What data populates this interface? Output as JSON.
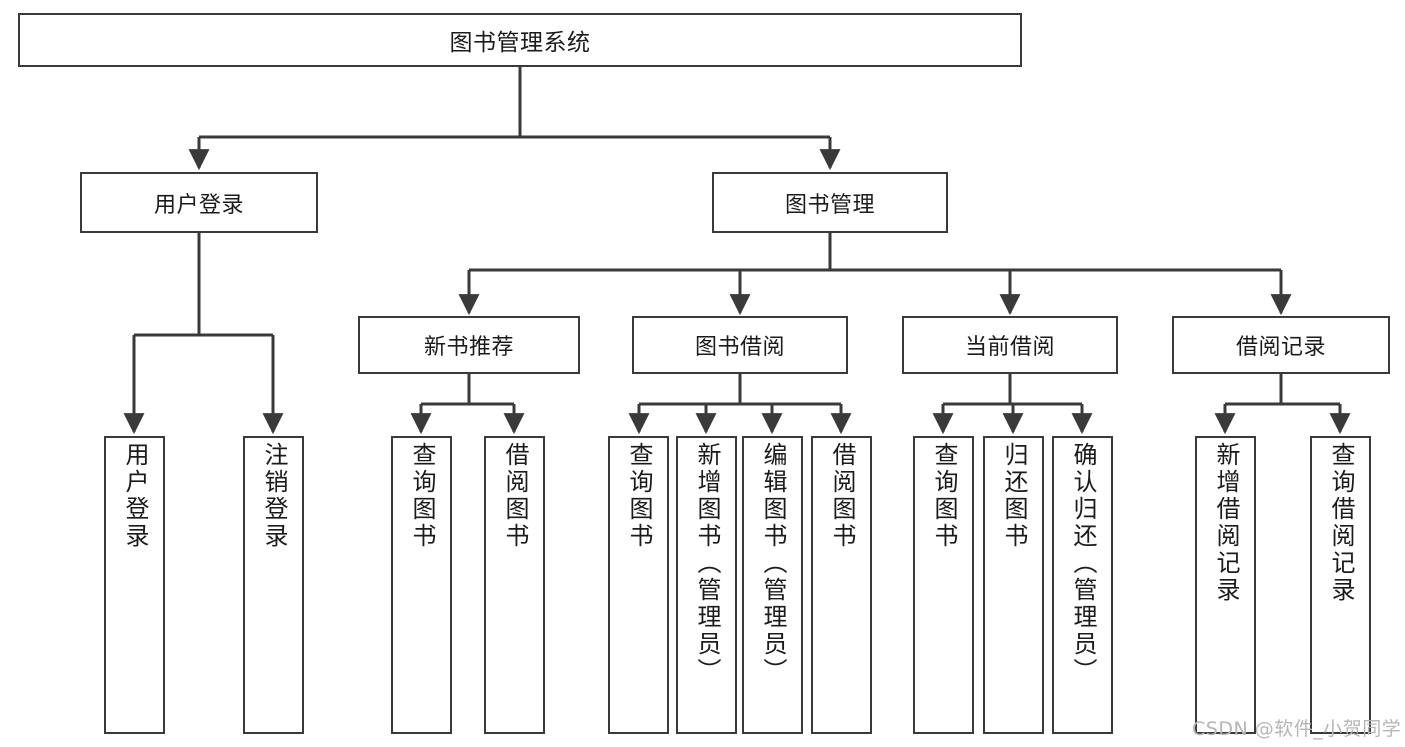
{
  "diagram": {
    "type": "tree",
    "title": "图书管理系统",
    "watermark": "CSDN @软件_小贺同学",
    "colors": {
      "stroke": "#3a3a3a",
      "fill": "#ffffff",
      "text": "#1b1b1b",
      "watermark": "#b6b6b6"
    },
    "root": {
      "label": "图书管理系统"
    },
    "level2": [
      {
        "label": "用户登录"
      },
      {
        "label": "图书管理"
      }
    ],
    "level3": [
      {
        "label": "新书推荐"
      },
      {
        "label": "图书借阅"
      },
      {
        "label": "当前借阅"
      },
      {
        "label": "借阅记录"
      }
    ],
    "leaves": {
      "user_login": [
        {
          "label": "用户登录"
        },
        {
          "label": "注销登录"
        }
      ],
      "new_book": [
        {
          "label": "查询图书"
        },
        {
          "label": "借阅图书"
        }
      ],
      "book_borrow": [
        {
          "label": "查询图书"
        },
        {
          "label": "新增图书（管理员）"
        },
        {
          "label": "编辑图书（管理员）"
        },
        {
          "label": "借阅图书"
        }
      ],
      "current_borrow": [
        {
          "label": "查询图书"
        },
        {
          "label": "归还图书"
        },
        {
          "label": "确认归还（管理员）"
        }
      ],
      "borrow_record": [
        {
          "label": "新增借阅记录"
        },
        {
          "label": "查询借阅记录"
        }
      ]
    }
  }
}
